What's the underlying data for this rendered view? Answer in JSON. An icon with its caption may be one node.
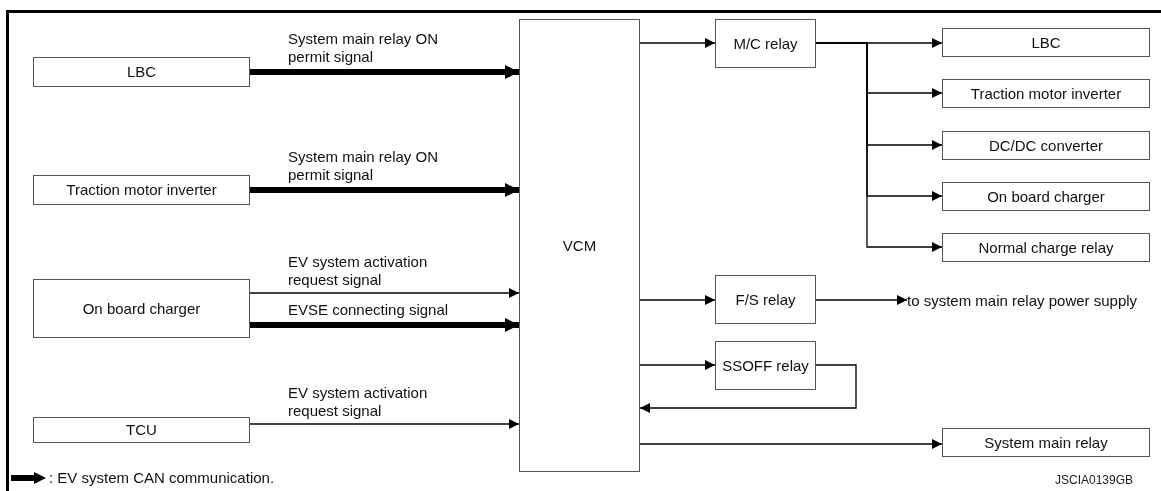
{
  "diagram": {
    "nodes": [
      {
        "text": [
          "LBC"
        ]
      },
      {
        "text": [
          "Traction motor inverter"
        ]
      },
      {
        "text": [
          "On board charger"
        ]
      },
      {
        "text": [
          "TCU"
        ]
      },
      {
        "text": [
          "VCM"
        ]
      },
      {
        "text": [
          "M/C relay"
        ]
      },
      {
        "text": [
          "LBC"
        ]
      },
      {
        "text": [
          "Traction motor inverter"
        ]
      },
      {
        "text": [
          "DC/DC converter"
        ]
      },
      {
        "text": [
          "On board charger"
        ]
      },
      {
        "text": [
          "Normal charge relay"
        ]
      },
      {
        "text": [
          "F/S relay"
        ]
      },
      {
        "text": [
          "to system main relay power supply"
        ]
      },
      {
        "text": [
          "SSOFF relay"
        ]
      },
      {
        "text": [
          "System main relay"
        ]
      }
    ],
    "edges": [
      {
        "from": 0,
        "to": 4,
        "arrow": "to",
        "label": "System main relay ON permit signal",
        "style": "thick"
      },
      {
        "from": 1,
        "to": 4,
        "arrow": "to",
        "label": "System main relay ON permit signal",
        "style": "thick"
      },
      {
        "from": 2,
        "to": 4,
        "arrow": "to",
        "label": "EV system activation request signal"
      },
      {
        "from": 2,
        "to": 4,
        "arrow": "to",
        "label": "EVSE connecting signal",
        "style": "thick"
      },
      {
        "from": 3,
        "to": 4,
        "arrow": "to",
        "label": "EV system activation request signal"
      },
      {
        "from": 4,
        "to": 5,
        "arrow": "to"
      },
      {
        "from": 5,
        "to": 6,
        "arrow": "to"
      },
      {
        "from": 5,
        "to": 7,
        "arrow": "to"
      },
      {
        "from": 5,
        "to": 8,
        "arrow": "to"
      },
      {
        "from": 5,
        "to": 9,
        "arrow": "to"
      },
      {
        "from": 5,
        "to": 10,
        "arrow": "to"
      },
      {
        "from": 4,
        "to": 11,
        "arrow": "to"
      },
      {
        "from": 11,
        "to": 12,
        "arrow": "to"
      },
      {
        "from": 4,
        "to": 13,
        "arrow": "to"
      },
      {
        "from": 13,
        "to": 4,
        "arrow": "to"
      },
      {
        "from": 4,
        "to": 14,
        "arrow": "to"
      }
    ],
    "labels": [
      "JSCIA0139GB"
    ],
    "legend": [
      {
        "text": ": EV system CAN communication."
      }
    ]
  }
}
